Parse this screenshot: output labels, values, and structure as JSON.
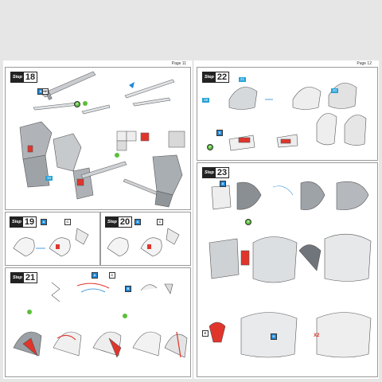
{
  "pages": {
    "left_number": "Page 11",
    "right_number": "Page 12"
  },
  "steps": {
    "step18": {
      "word": "Step",
      "num": "18",
      "callouts": [
        "16",
        "17"
      ]
    },
    "step19": {
      "word": "Step",
      "num": "19"
    },
    "step20": {
      "word": "Step",
      "num": "20"
    },
    "step21": {
      "word": "Step",
      "num": "21"
    },
    "step22": {
      "word": "Step",
      "num": "22",
      "callouts": [
        "21",
        "20",
        "19"
      ]
    },
    "step23": {
      "word": "Step",
      "num": "23",
      "multiplier": "X2"
    }
  },
  "chips": {
    "a": "A",
    "b": "B",
    "c": "C",
    "d": "D",
    "p": "P",
    "e": "E",
    "ne": "NE",
    "s": "S"
  },
  "colors": {
    "accent_red": "#e0352b",
    "callout_blue": "#29a3d6",
    "part_grey": "#8a8f93"
  }
}
